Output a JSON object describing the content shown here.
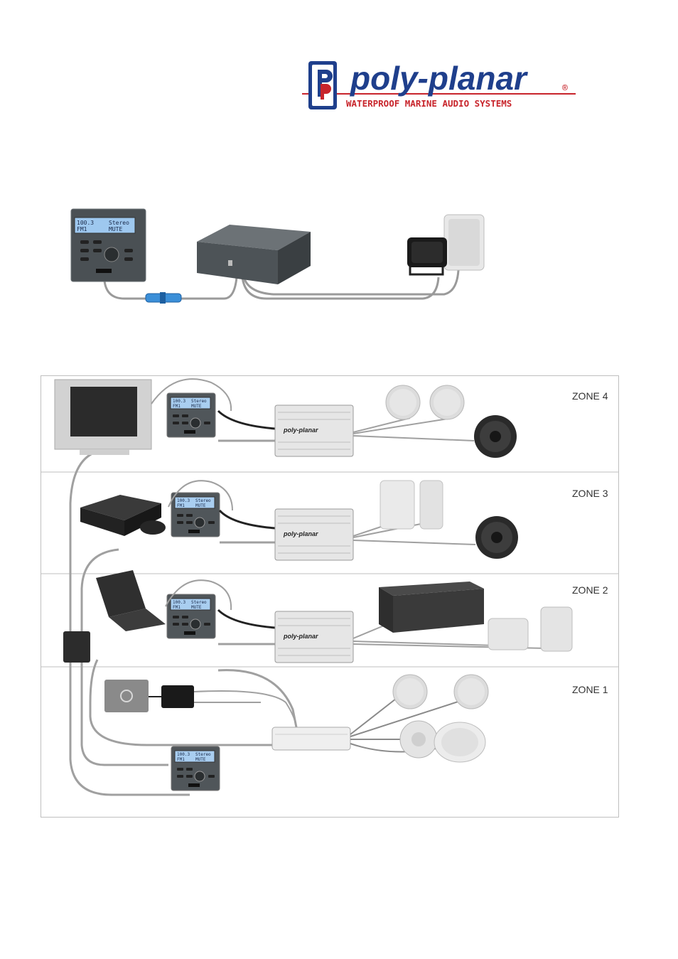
{
  "brand": {
    "name": "poly-planar",
    "registered_mark": "®",
    "tagline": "WATERPROOF MARINE AUDIO SYSTEMS",
    "colors": {
      "navy": "#1f3f8c",
      "red": "#c8242b"
    }
  },
  "controller": {
    "line1_left": "100.3",
    "line1_right": "Stereo",
    "line2_left": "FM1",
    "line2_right": "MUTE"
  },
  "amplifier_label": "poly-planar",
  "zones": [
    {
      "label": "ZONE 4"
    },
    {
      "label": "ZONE 3"
    },
    {
      "label": "ZONE 2"
    },
    {
      "label": "ZONE 1"
    }
  ]
}
